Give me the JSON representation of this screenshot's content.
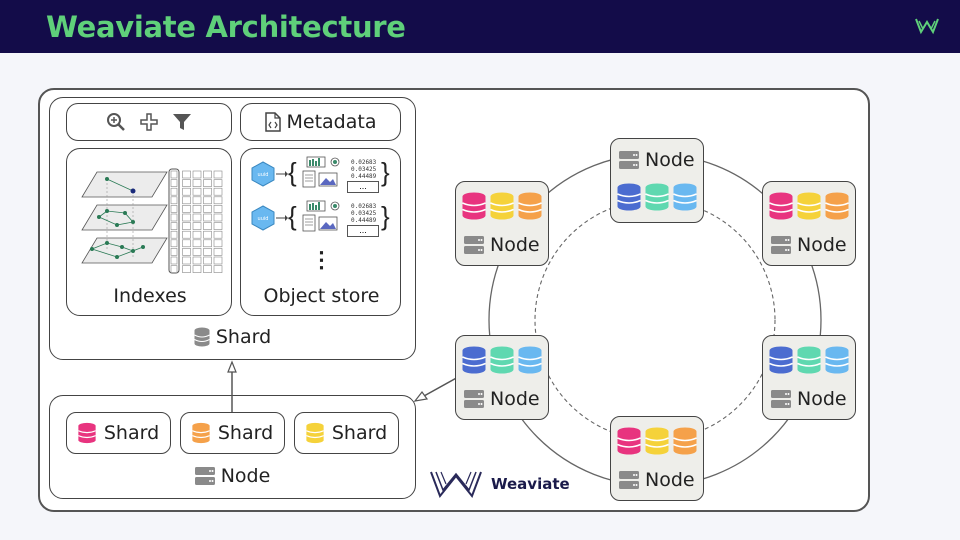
{
  "slide": {
    "title": "Weaviate Architecture"
  },
  "shard_detail": {
    "metadata_label": "Metadata",
    "indexes_label": "Indexes",
    "object_store_label": "Object store",
    "shard_label": "Shard",
    "vector_values": [
      "0.02683",
      "0.03425",
      "0.44489"
    ],
    "uuid_label": "uuid",
    "ellipsis": "...",
    "vertical_ellipsis": "⋮"
  },
  "node_detail": {
    "shards": [
      {
        "label": "Shard",
        "color": "#e8347f"
      },
      {
        "label": "Shard",
        "color": "#f5a14a"
      },
      {
        "label": "Shard",
        "color": "#f5d23a"
      }
    ],
    "node_label": "Node"
  },
  "cluster": {
    "node_label": "Node",
    "colors": {
      "pink": "#e8347f",
      "yellow": "#f5d23a",
      "orange": "#f5a14a",
      "blue": "#4b6cd0",
      "teal": "#5fd8b0",
      "sky": "#69b8f0"
    }
  },
  "brand": {
    "name": "Weaviate",
    "accent": "#5fd07a",
    "header_bg": "#130c49"
  }
}
